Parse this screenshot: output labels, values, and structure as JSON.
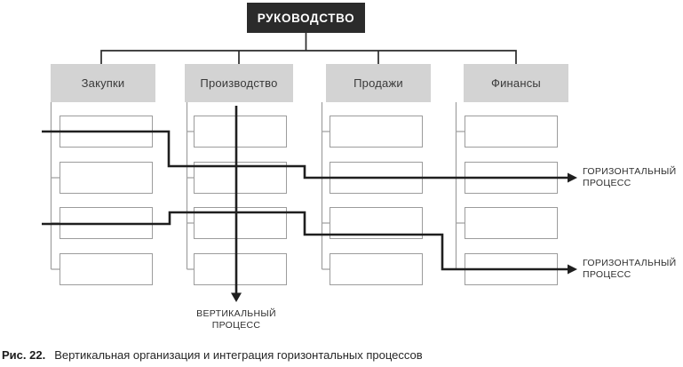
{
  "diagram": {
    "management": "РУКОВОДСТВО",
    "departments": [
      {
        "label": "Закупки"
      },
      {
        "label": "Производство"
      },
      {
        "label": "Продажи"
      },
      {
        "label": "Финансы"
      }
    ],
    "vertical_process": {
      "line1": "ВЕРТИКАЛЬНЫЙ",
      "line2": "ПРОЦЕСС"
    },
    "horizontal_processes": [
      {
        "line1": "ГОРИЗОНТАЛЬНЫЙ",
        "line2": "ПРОЦЕСС"
      },
      {
        "line1": "ГОРИЗОНТАЛЬНЫЙ",
        "line2": "ПРОЦЕСС"
      }
    ]
  },
  "caption": {
    "figure": "Рис. 22.",
    "text": "Вертикальная организация и интеграция горизонтальных процессов"
  },
  "colors": {
    "management_bg": "#2b2b2b",
    "management_text": "#ffffff",
    "department_bg": "#d3d3d3",
    "unit_border": "#9c9c9c",
    "thin_line": "#a3a3a3",
    "thick_line": "#1f1f1f",
    "text": "#2e2e2e"
  }
}
